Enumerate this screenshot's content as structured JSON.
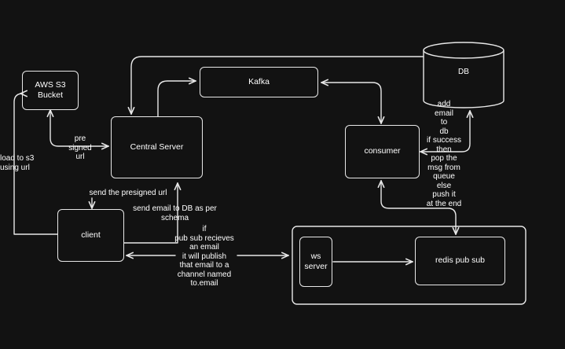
{
  "nodes": {
    "aws_s3": "AWS S3\nBucket",
    "central_server": "Central Server",
    "kafka": "Kafka",
    "db": "DB",
    "consumer": "consumer",
    "client": "client",
    "ws_server": "ws\nserver",
    "redis": "redis pub sub"
  },
  "labels": {
    "upload": "load to s3\nusing url",
    "presigned": "pre\nsigned\nurl",
    "send_presigned": "send the presigned url",
    "send_email": "send email to DB as per\nschema",
    "pubsub_note": "if\npub sub recieves\nan email\nit will publish\nthat email to a\nchannel named\nto.email",
    "consumer_note": "add\nemail\nto\ndb\nif success\nthen\npop the\nmsg from\nqueue\nelse\npush it\nat the end"
  },
  "colors": {
    "background": "#121212",
    "stroke": "#e8e8e8",
    "text": "#ffffff"
  }
}
